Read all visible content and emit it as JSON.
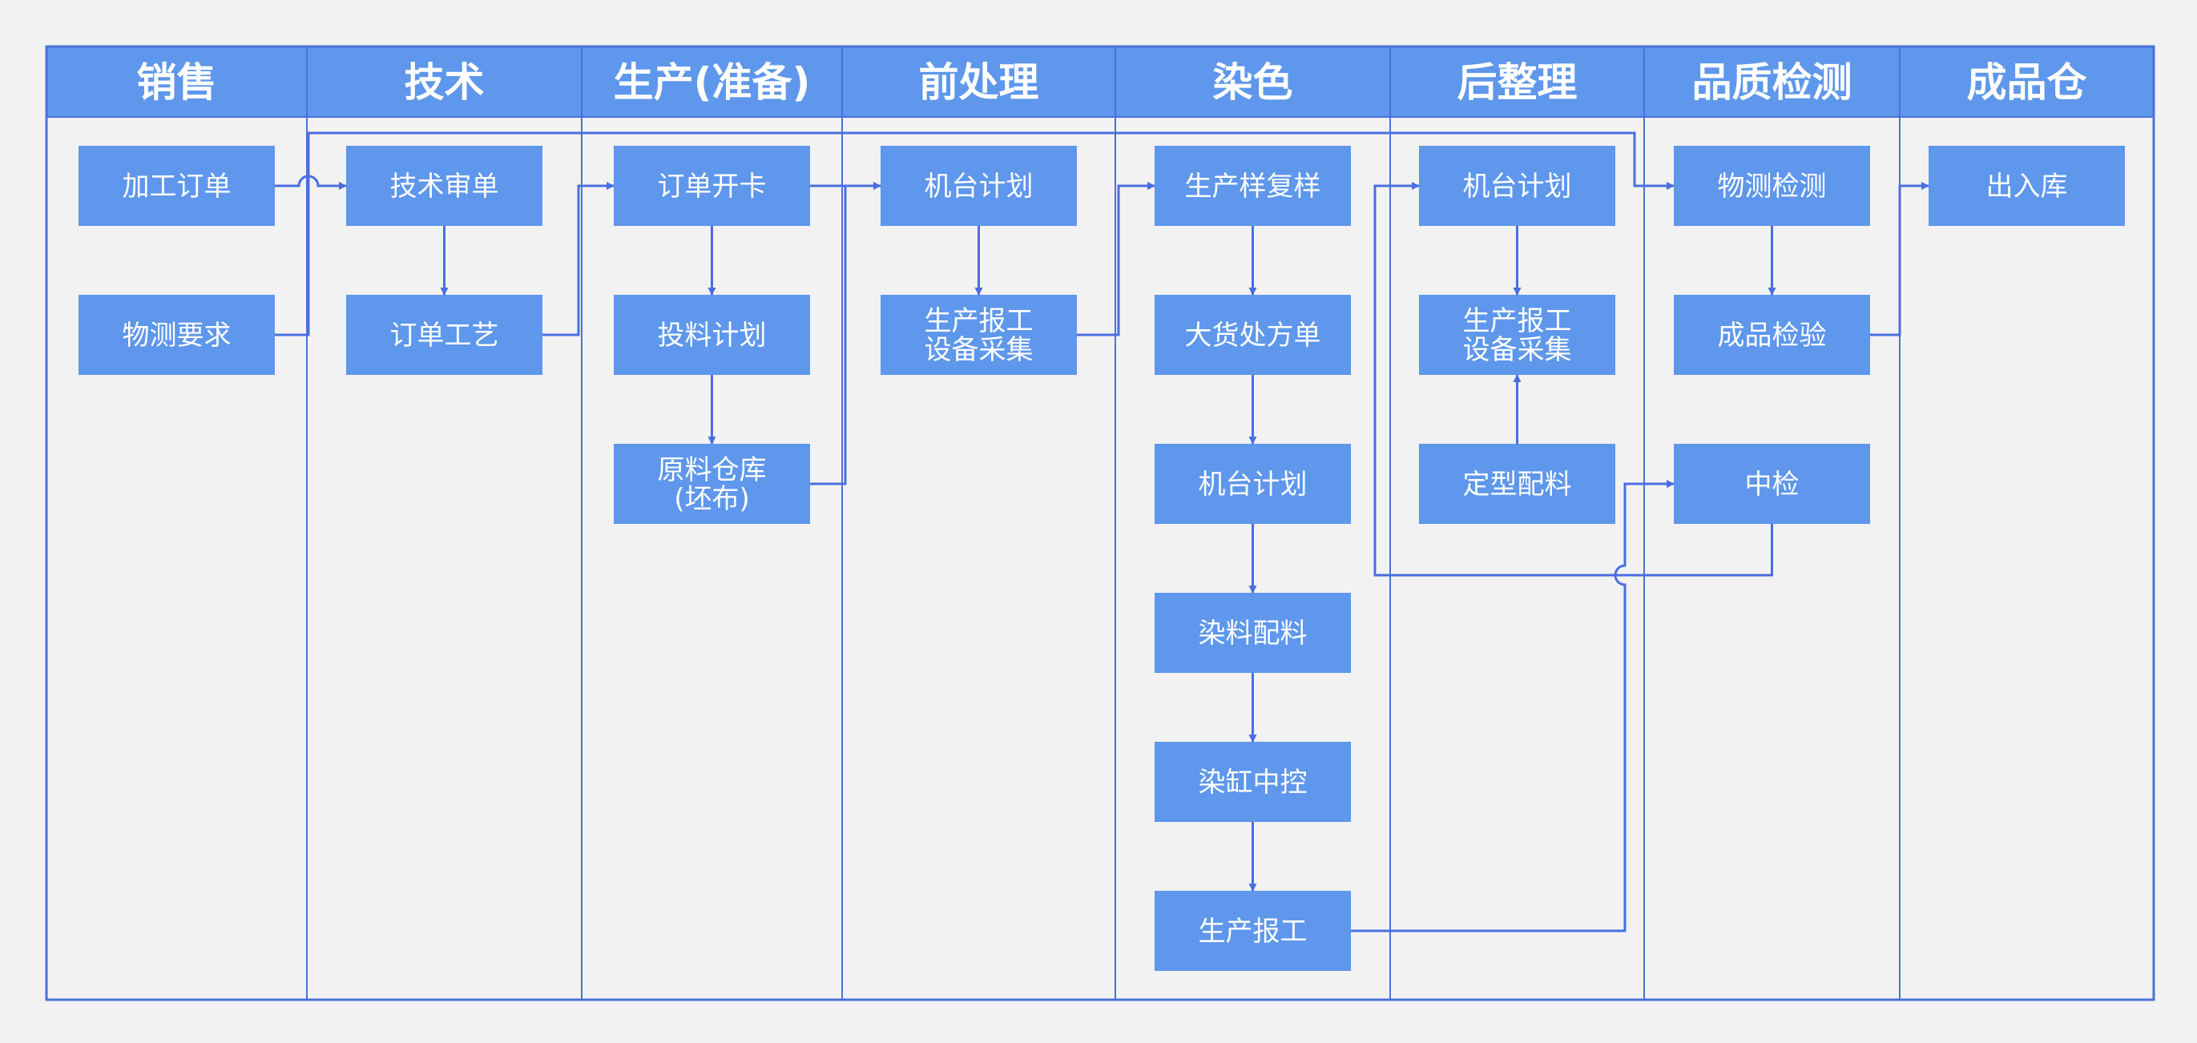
{
  "colors": {
    "header": "#5e97eb",
    "box": "#5e97eb",
    "border": "#4a72d8",
    "line": "#4a6ee0",
    "background": "#f2f2f2"
  },
  "lanes": [
    "销售",
    "技术",
    "生产(准备)",
    "前处理",
    "染色",
    "后整理",
    "品质检测",
    "成品仓"
  ],
  "boxes": [
    {
      "id": "sales-order",
      "lines": [
        "加工订单"
      ]
    },
    {
      "id": "phys-req",
      "lines": [
        "物测要求"
      ]
    },
    {
      "id": "tech-review",
      "lines": [
        "技术审单"
      ]
    },
    {
      "id": "order-process",
      "lines": [
        "订单工艺"
      ]
    },
    {
      "id": "order-card",
      "lines": [
        "订单开卡"
      ]
    },
    {
      "id": "feed-plan",
      "lines": [
        "投料计划"
      ]
    },
    {
      "id": "raw-warehouse",
      "lines": [
        "原料仓库",
        "(坯布)"
      ]
    },
    {
      "id": "pre-machine",
      "lines": [
        "机台计划"
      ]
    },
    {
      "id": "pre-report",
      "lines": [
        "生产报工",
        "设备采集"
      ]
    },
    {
      "id": "sample-recheck",
      "lines": [
        "生产样复样"
      ]
    },
    {
      "id": "bulk-recipe",
      "lines": [
        "大货处方单"
      ]
    },
    {
      "id": "dye-machine",
      "lines": [
        "机台计划"
      ]
    },
    {
      "id": "dye-batching",
      "lines": [
        "染料配料"
      ]
    },
    {
      "id": "dye-control",
      "lines": [
        "染缸中控"
      ]
    },
    {
      "id": "dye-report",
      "lines": [
        "生产报工"
      ]
    },
    {
      "id": "fin-machine",
      "lines": [
        "机台计划"
      ]
    },
    {
      "id": "fin-report",
      "lines": [
        "生产报工",
        "设备采集"
      ]
    },
    {
      "id": "setting-batch",
      "lines": [
        "定型配料"
      ]
    },
    {
      "id": "phys-test",
      "lines": [
        "物测检测"
      ]
    },
    {
      "id": "final-inspect",
      "lines": [
        "成品检验"
      ]
    },
    {
      "id": "mid-inspect",
      "lines": [
        "中检"
      ]
    },
    {
      "id": "warehouse-io",
      "lines": [
        "出入库"
      ]
    }
  ]
}
